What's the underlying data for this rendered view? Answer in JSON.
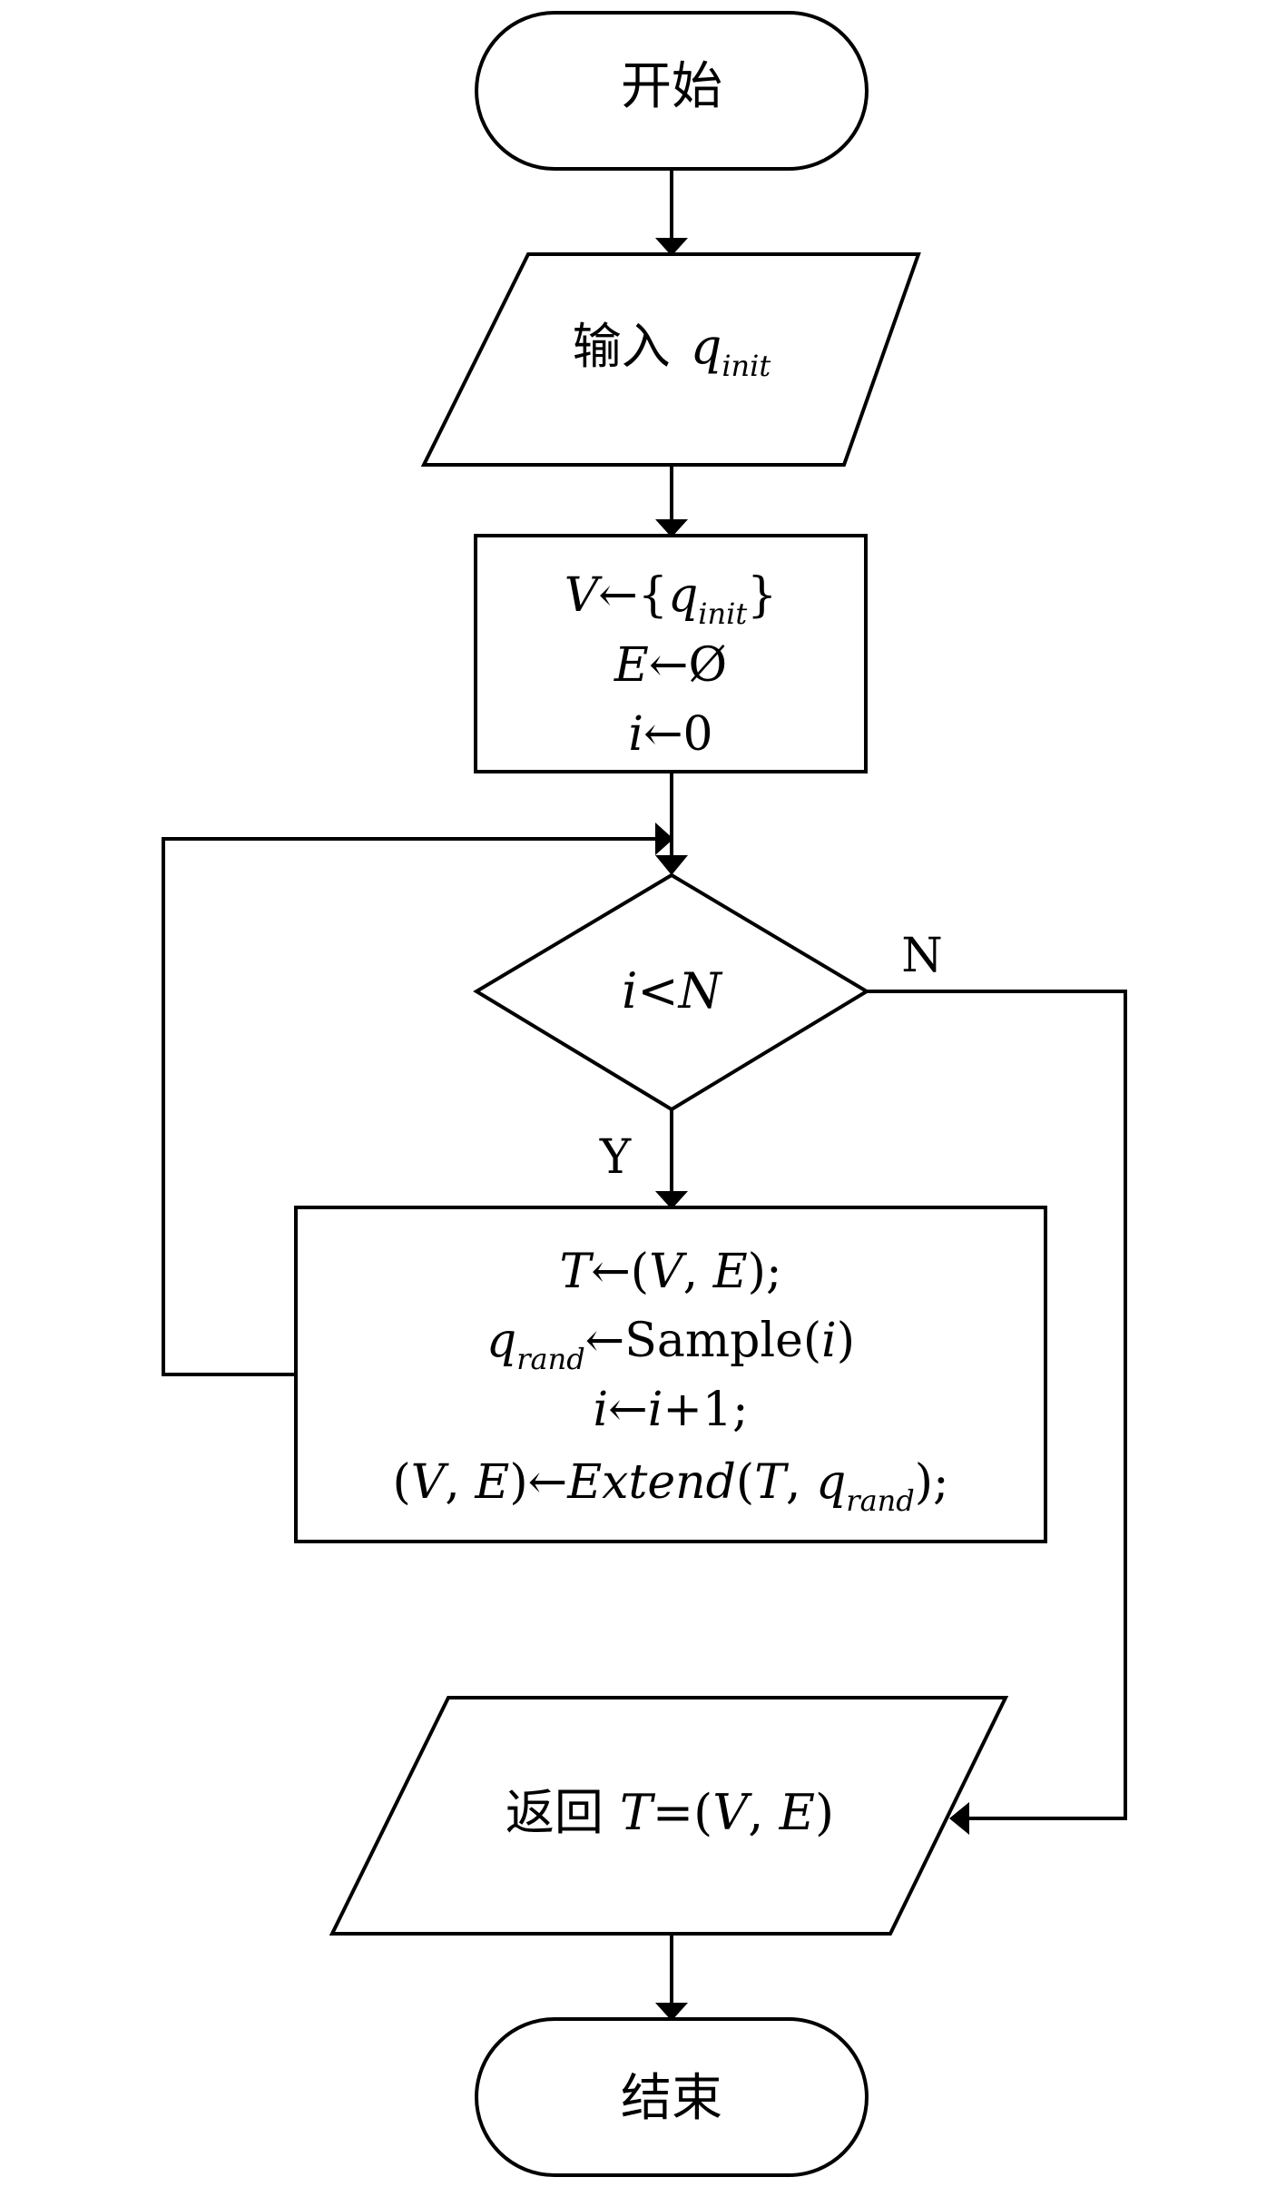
{
  "nodes": {
    "start": {
      "label": "开始"
    },
    "input": {
      "label": "输入",
      "var": "q",
      "sub": "init"
    },
    "init": {
      "line1": {
        "v": "V",
        "arrow": "←{",
        "q": "q",
        "sub": "init",
        "close": "}"
      },
      "line2": {
        "e": "E",
        "rest": "←Ø"
      },
      "line3": {
        "i": "i",
        "rest": "←0"
      }
    },
    "decision": {
      "i": "i",
      "lt": "<",
      "n": "N"
    },
    "loop": {
      "line1": {
        "t": "T",
        "arrow": "←(",
        "v": "V",
        "comma": ", ",
        "e": "E",
        "close": ");"
      },
      "line2": {
        "q": "q",
        "sub": "rand",
        "arrow": "←Sample(",
        "i": "i",
        "close": ")"
      },
      "line3": {
        "i1": "i",
        "arrow": "←",
        "i2": "i",
        "rest": "+1;"
      },
      "line4": {
        "open": "(",
        "v": "V",
        "comma": ", ",
        "e": "E",
        "mid": ")←",
        "func": "Extend",
        "paren": "(",
        "t": "T",
        "comma2": ", ",
        "q": "q",
        "sub": "rand",
        "close": ");"
      }
    },
    "output": {
      "label": "返回",
      "t": "T",
      "eq": "=(",
      "v": "V",
      "comma": ", ",
      "e": "E",
      "close": ")"
    },
    "end": {
      "label": "结束"
    }
  },
  "edge_labels": {
    "yes": "Y",
    "no": "N"
  }
}
